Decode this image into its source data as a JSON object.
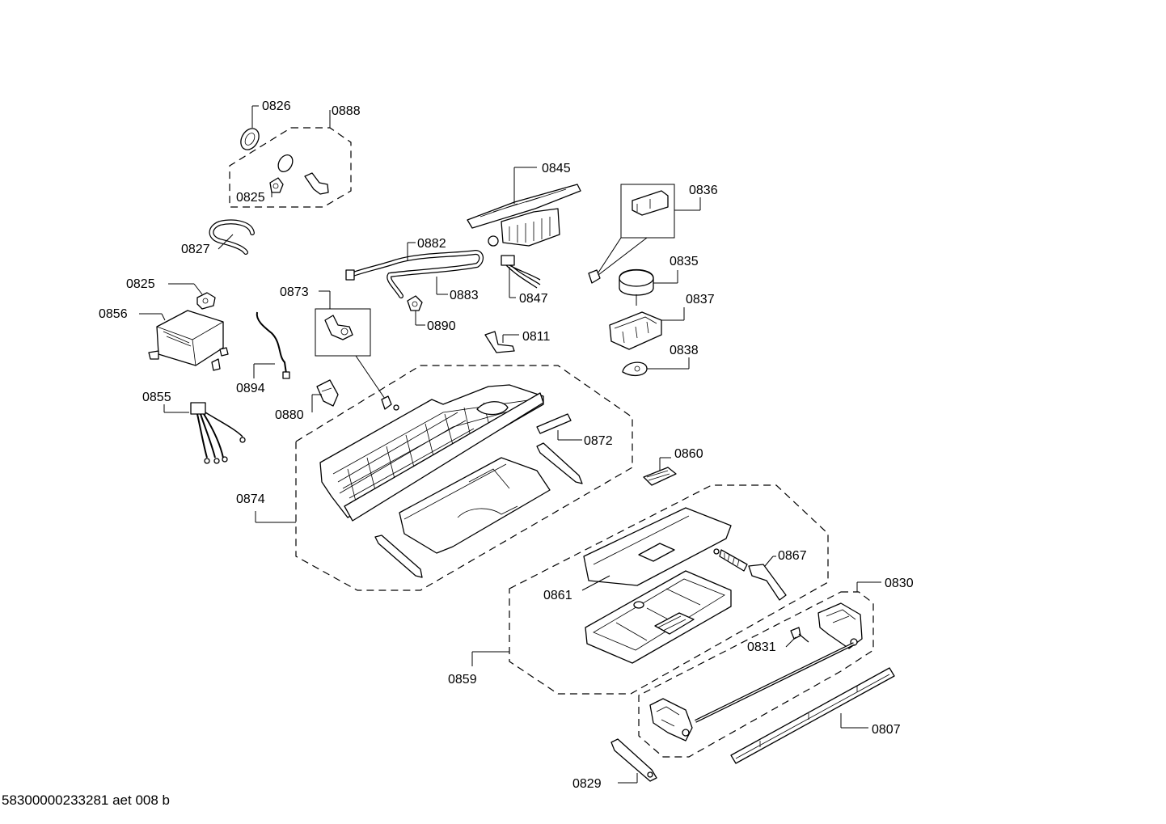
{
  "diagram": {
    "labels": {
      "p0826": "0826",
      "p0888": "0888",
      "p0825a": "0825",
      "p0827": "0827",
      "p0845": "0845",
      "p0836": "0836",
      "p0882": "0882",
      "p0883": "0883",
      "p0847": "0847",
      "p0835": "0835",
      "p0825b": "0825",
      "p0873": "0873",
      "p0856": "0856",
      "p0890": "0890",
      "p0837": "0837",
      "p0811": "0811",
      "p0838": "0838",
      "p0894": "0894",
      "p0855": "0855",
      "p0880": "0880",
      "p0872": "0872",
      "p0860": "0860",
      "p0874": "0874",
      "p0867": "0867",
      "p0830": "0830",
      "p0861": "0861",
      "p0831": "0831",
      "p0859": "0859",
      "p0807": "0807",
      "p0829": "0829"
    },
    "footer": "58300000233281 aet 008 b"
  }
}
